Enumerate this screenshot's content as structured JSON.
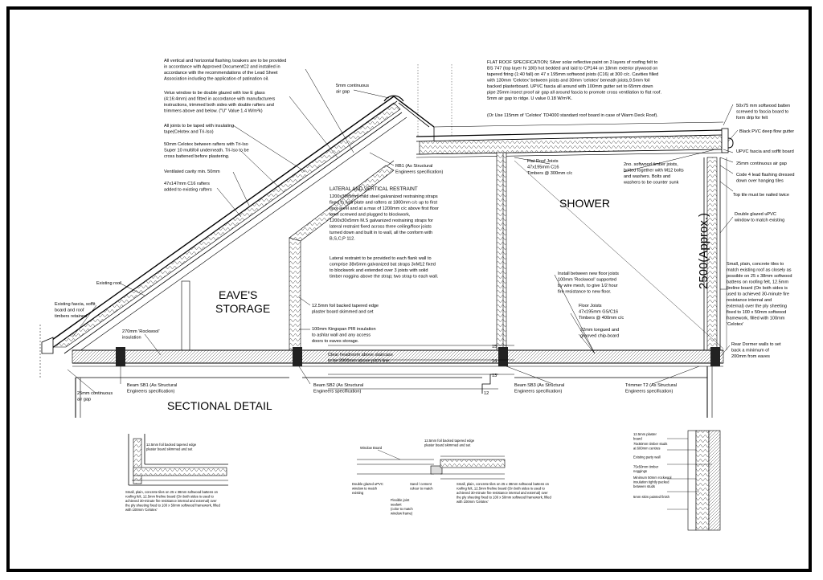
{
  "notes": {
    "flashing": [
      "All vertical and horizontal flashing /soakers are to be provided",
      "in accordance with Approved DocumentC2 and installed in",
      "accordance with the recommendations of the Lead Sheet",
      "Association including the application of patination oil."
    ],
    "velux": [
      "Velux window to be double glazed with low E glass",
      "(4:16:4mm) and fitted in accordance with manufacturers",
      "instructions, trimmed both sides with double rafters and",
      "trimmers above and below. (\"U\" Value 1.4 W/m²k)"
    ],
    "joints": [
      "All joints to be taped with insulating",
      "tape(Celotex and Tri-Iso)"
    ],
    "celotex": [
      "50mm Celotex between rafters with Tri-Iso",
      "Super 10 multifoil underneath. Tri-Iso to be",
      "cross battened before plastering."
    ],
    "ventilated": "Ventilated cavity min. 50mm",
    "rafters": [
      "47x147mm C16 rafters",
      "added to existing rafters"
    ],
    "existing_roof": "Existing roof",
    "fascia": [
      "Existing fascia, soffit",
      "board and roof",
      "timbers retained"
    ],
    "rockwool270": [
      "270mm 'Rockwool'",
      "insulation"
    ],
    "air_gap_eaves": [
      "25mm continuous",
      "air gap"
    ],
    "beam_sb1": [
      "Beam SB1 (As Structural",
      "Engineers specification)"
    ],
    "air_gap_5mm": [
      "5mm continuous",
      "air gap"
    ],
    "rb1": [
      "RB1 (As Structural",
      "Engineers specification)"
    ],
    "restraint_title": "LATERAL AND VERTICAL RESTRAINT",
    "restraint": [
      "1200x30x5mm mild steel galvanized restraining straps",
      "fixed to wall plate and rafters at 1800mm c/c up to first",
      "floor level and at a max of 1200mm c/c above first floor",
      "level screwed and plugged to blockwork,",
      "1200x30x5mm M.S galvanized restraining straps for",
      "lateral restraint fixed across three ceiling/floor joists",
      "turned down and built in to wall, all the conform with",
      "B,S,C,P 112."
    ],
    "flank": [
      "Lateral restraint to be provided to each flank wall to",
      "comprise 38x5mm galvanized bat straps 3xM12 fixed",
      "to blockwork and extended over 3 joists with solid",
      "timber noggins above the strap; two strap to each wall."
    ],
    "plasterboard": [
      "12.5mm foil backed tapered edge",
      "plaster board skimmed and set"
    ],
    "kingspan": [
      "100mm Kingspan PIR insulation",
      "to ashlar wall and any access",
      "doors to eaves storage."
    ],
    "headroom": [
      "Clear headroom above staircase",
      "to be 2000mm above pitch line."
    ],
    "beam_sb2": [
      "Beam SB2 (As Structural",
      "Engineers specification)"
    ],
    "beam_sb3": [
      "Beam SB3 (As Structural",
      "Engineers specification)"
    ],
    "trimmer": [
      "Trimmer T2 (As Structural",
      "Engineers specification)"
    ],
    "flat_roof": [
      "FLAT ROOF SPECIFICATION;  Silver solar reflective paint on 3 layers of roofing felt to",
      "BS 747 (top layer hi 180) hot bedded and laid to CP144 on 18mm exterior plywood on",
      "tapered firing (1:40 fall) on  47 x 195mm softwood joists (C16) at 300 c/c.  Cavities filled",
      "with 130mm 'Celotex' between joists and 30mm 'celotex' beneath joists,9.5mm foil",
      "backed plasterboard. UPVC fascia all around with 100mm gutter set to 65mm down",
      "pipe 25mm insect proof air gap all around fascia to promote cross ventilation to flat roof.",
      "5mm air gap to ridge. U value 0.18 W/m²K."
    ],
    "flat_roof_alt": "(Or Use 115mm of 'Celotex' TD4000 standard roof board in case of Warm Deck Roof).",
    "flat_joists": [
      "Flat Roof Joists",
      "47x195mm C16",
      "Timbers @ 300mm c/c"
    ],
    "timber_joists": [
      "2no. softwood timber joists,",
      "bolted together with M12 bolts",
      "and washers. Bolts and",
      "washers to be counter sunk"
    ],
    "rockwool_floor": [
      "Install between new floor joists",
      "100mm 'Rockwool' supported",
      "by wire mesh, to give 1/2 hour",
      "fire resistance to new floor."
    ],
    "floor_joists": [
      "Floor Joists",
      "47x195mm GS/C16",
      "Timbers @ 400mm c/c"
    ],
    "chipboard": [
      "22mm tongued and",
      "grooved chip-board"
    ],
    "batten": [
      "50x75 mm softwood batten",
      "screwed to fascia board to",
      "form drip for felt"
    ],
    "gutter": "Black PVC deep flow gutter",
    "upvc_fascia": "UPVC fascia and soffit board",
    "air_gap_25": "25mm continuous air gap",
    "code4": [
      "Code 4 lead flashing dressed",
      "down over hanging tiles"
    ],
    "top_tile": "Top tile must be nailed twice",
    "glazed": [
      "Double glazed uPVC",
      "window to match existing"
    ],
    "tiles": [
      "Small, plain, concrete tiles to",
      "match existing roof as closely as",
      "possible on 25 x 38mm softwood",
      "battens on roofing felt, 12.5mm",
      "fireline board (On both sides is",
      "used to achieved 30-minute fire",
      "resistance internal and",
      "external) over the ply sheeting",
      "fixed to 100 x 50mm softwood",
      "framework, filled with 100mm",
      "'Celotex'"
    ],
    "dormer": [
      "Rear Dormer walls to set",
      "back a minimum of",
      "200mm from eaves"
    ],
    "room_eaves": [
      "EAVE'S",
      "STORAGE"
    ],
    "room_shower": "SHOWER",
    "height": "2500(Approx.)",
    "title": "SECTIONAL DETAIL",
    "steps": [
      "15",
      "14",
      "13",
      "12"
    ]
  },
  "details": {
    "d1_plaster": [
      "12.5mm foil backed tapered edge",
      "plaster board skimmed and set"
    ],
    "d1_tiles": [
      "Small, plain, concrete tiles on 25 x 38mm softwood battens on",
      "roofing felt, 12.5mm fireline board (On both sides is used to",
      "achieved 30-minute fire resistance internal and external) over",
      "the ply sheeting fixed to 100 x 50mm softwood framework, filled",
      "with 100mm 'Celotex'"
    ],
    "d2_window_board": "Window Board",
    "d2_plaster": [
      "12.5mm foil backed tapered edge",
      "plaster board skimmed and set"
    ],
    "d2_glazed": [
      "Double glazed uPVC",
      "window to match",
      "existing"
    ],
    "d2_sealant": [
      "Flexible joint",
      "sealant",
      "(color to match",
      "window frame)"
    ],
    "d2_sand": [
      "Sand / cement",
      "colour to match"
    ],
    "d2_tiles": [
      "Small, plain, concrete tiles on 25 x 38mm softwood battens on",
      "roofing felt, 12.5mm fireline board (On both sides is used to",
      "achieved 30-minute fire resistance internal and external) over",
      "the ply sheeting fixed to 100 x 50mm softwood framework, filled",
      "with 100mm 'Celotex'"
    ],
    "d3": [
      "12.5mm plaster",
      "board",
      "75x50mm timber studs",
      "at 600mm centres",
      "Existing party wall",
      "75x50mm timber",
      "noggings",
      "Minimum 50mm rockwool",
      "insulation tightly packed",
      "between studs",
      "5mm skim  painted finish"
    ]
  }
}
